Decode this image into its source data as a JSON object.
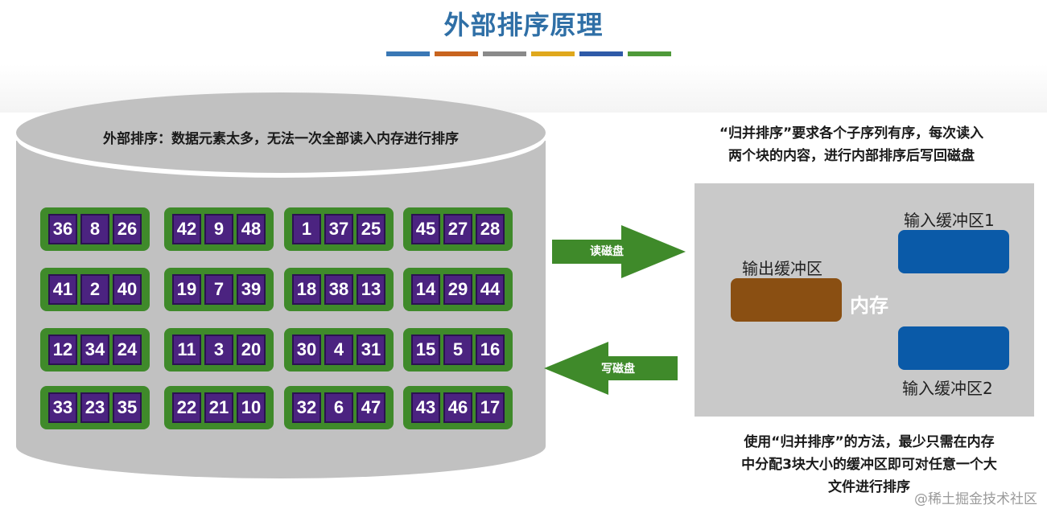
{
  "title": "外部排序原理",
  "stripe_colors": [
    "#3a78b5",
    "#c8641e",
    "#8a8a8a",
    "#e0a81c",
    "#2f5aa8",
    "#4f9a3a"
  ],
  "disk": {
    "caption": "外部排序：数据元素太多，无法一次全部读入内存进行排序",
    "blocks": [
      [
        [
          36,
          8,
          26
        ],
        [
          42,
          9,
          48
        ],
        [
          1,
          37,
          25
        ],
        [
          45,
          27,
          28
        ]
      ],
      [
        [
          41,
          2,
          40
        ],
        [
          19,
          7,
          39
        ],
        [
          18,
          38,
          13
        ],
        [
          14,
          29,
          44
        ]
      ],
      [
        [
          12,
          34,
          24
        ],
        [
          11,
          3,
          20
        ],
        [
          30,
          4,
          31
        ],
        [
          15,
          5,
          16
        ]
      ],
      [
        [
          33,
          23,
          35
        ],
        [
          22,
          21,
          10
        ],
        [
          32,
          6,
          47
        ],
        [
          43,
          46,
          17
        ]
      ]
    ]
  },
  "arrows": {
    "read": "读磁盘",
    "write": "写磁盘"
  },
  "memory": {
    "description_line1": "“归并排序”要求各个子序列有序，每次读入",
    "description_line2": "两个块的内容，进行内部排序后写回磁盘",
    "label": "内存",
    "output_buffer": "输出缓冲区",
    "input_buffer_1": "输入缓冲区1",
    "input_buffer_2": "输入缓冲区2"
  },
  "note": {
    "line1": "使用“归并排序”的方法，最少只需在内存",
    "line2": "中分配3块大小的缓冲区即可对任意一个大",
    "line3": "文件进行排序"
  },
  "watermark": "@稀土掘金技术社区"
}
